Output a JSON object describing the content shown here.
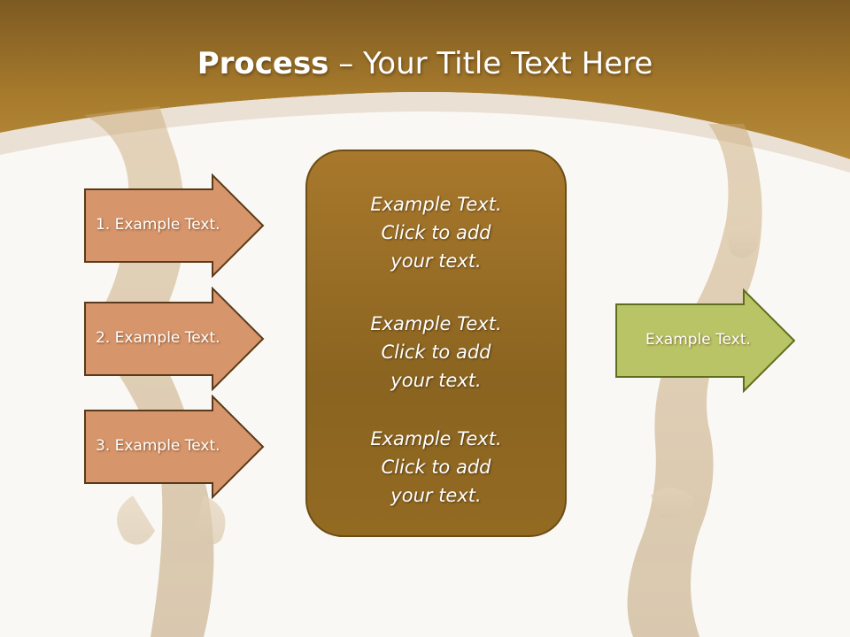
{
  "slide": {
    "title_bold": "Process",
    "title_rest": " – Your Title Text Here",
    "steps": [
      {
        "label": "1. Example Text."
      },
      {
        "label": "2. Example Text."
      },
      {
        "label": "3. Example Text."
      }
    ],
    "center_items": [
      {
        "line1": "Example Text.",
        "line2": "Click  to add",
        "line3": "your text."
      },
      {
        "line1": "Example Text.",
        "line2": "Click  to add",
        "line3": "your text."
      },
      {
        "line1": "Example Text.",
        "line2": "Click  to add",
        "line3": "your text."
      }
    ],
    "result": {
      "label": "Example Text."
    }
  },
  "colors": {
    "header": "#a77b2c",
    "step_arrow": "#d6956a",
    "step_border": "#5a3a1a",
    "center_box": "#8a6420",
    "result_arrow": "#b9c466",
    "result_border": "#5e6e1c"
  }
}
